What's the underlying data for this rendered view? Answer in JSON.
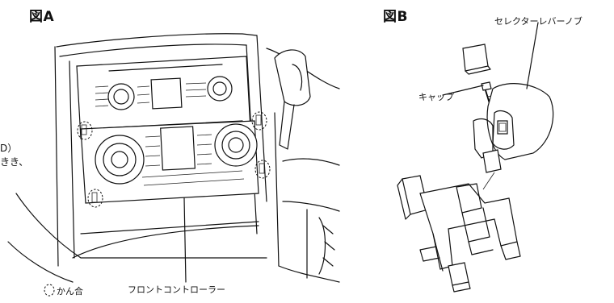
{
  "figure_a": {
    "title": "図A",
    "label_front_controller": "フロントコントローラー",
    "legend_text": "かん合",
    "side_text_line1": "D）",
    "side_text_line2": "きき、"
  },
  "figure_b": {
    "title": "図B",
    "label_cap": "キャップ",
    "label_knob": "セレクターレバーノブ"
  }
}
